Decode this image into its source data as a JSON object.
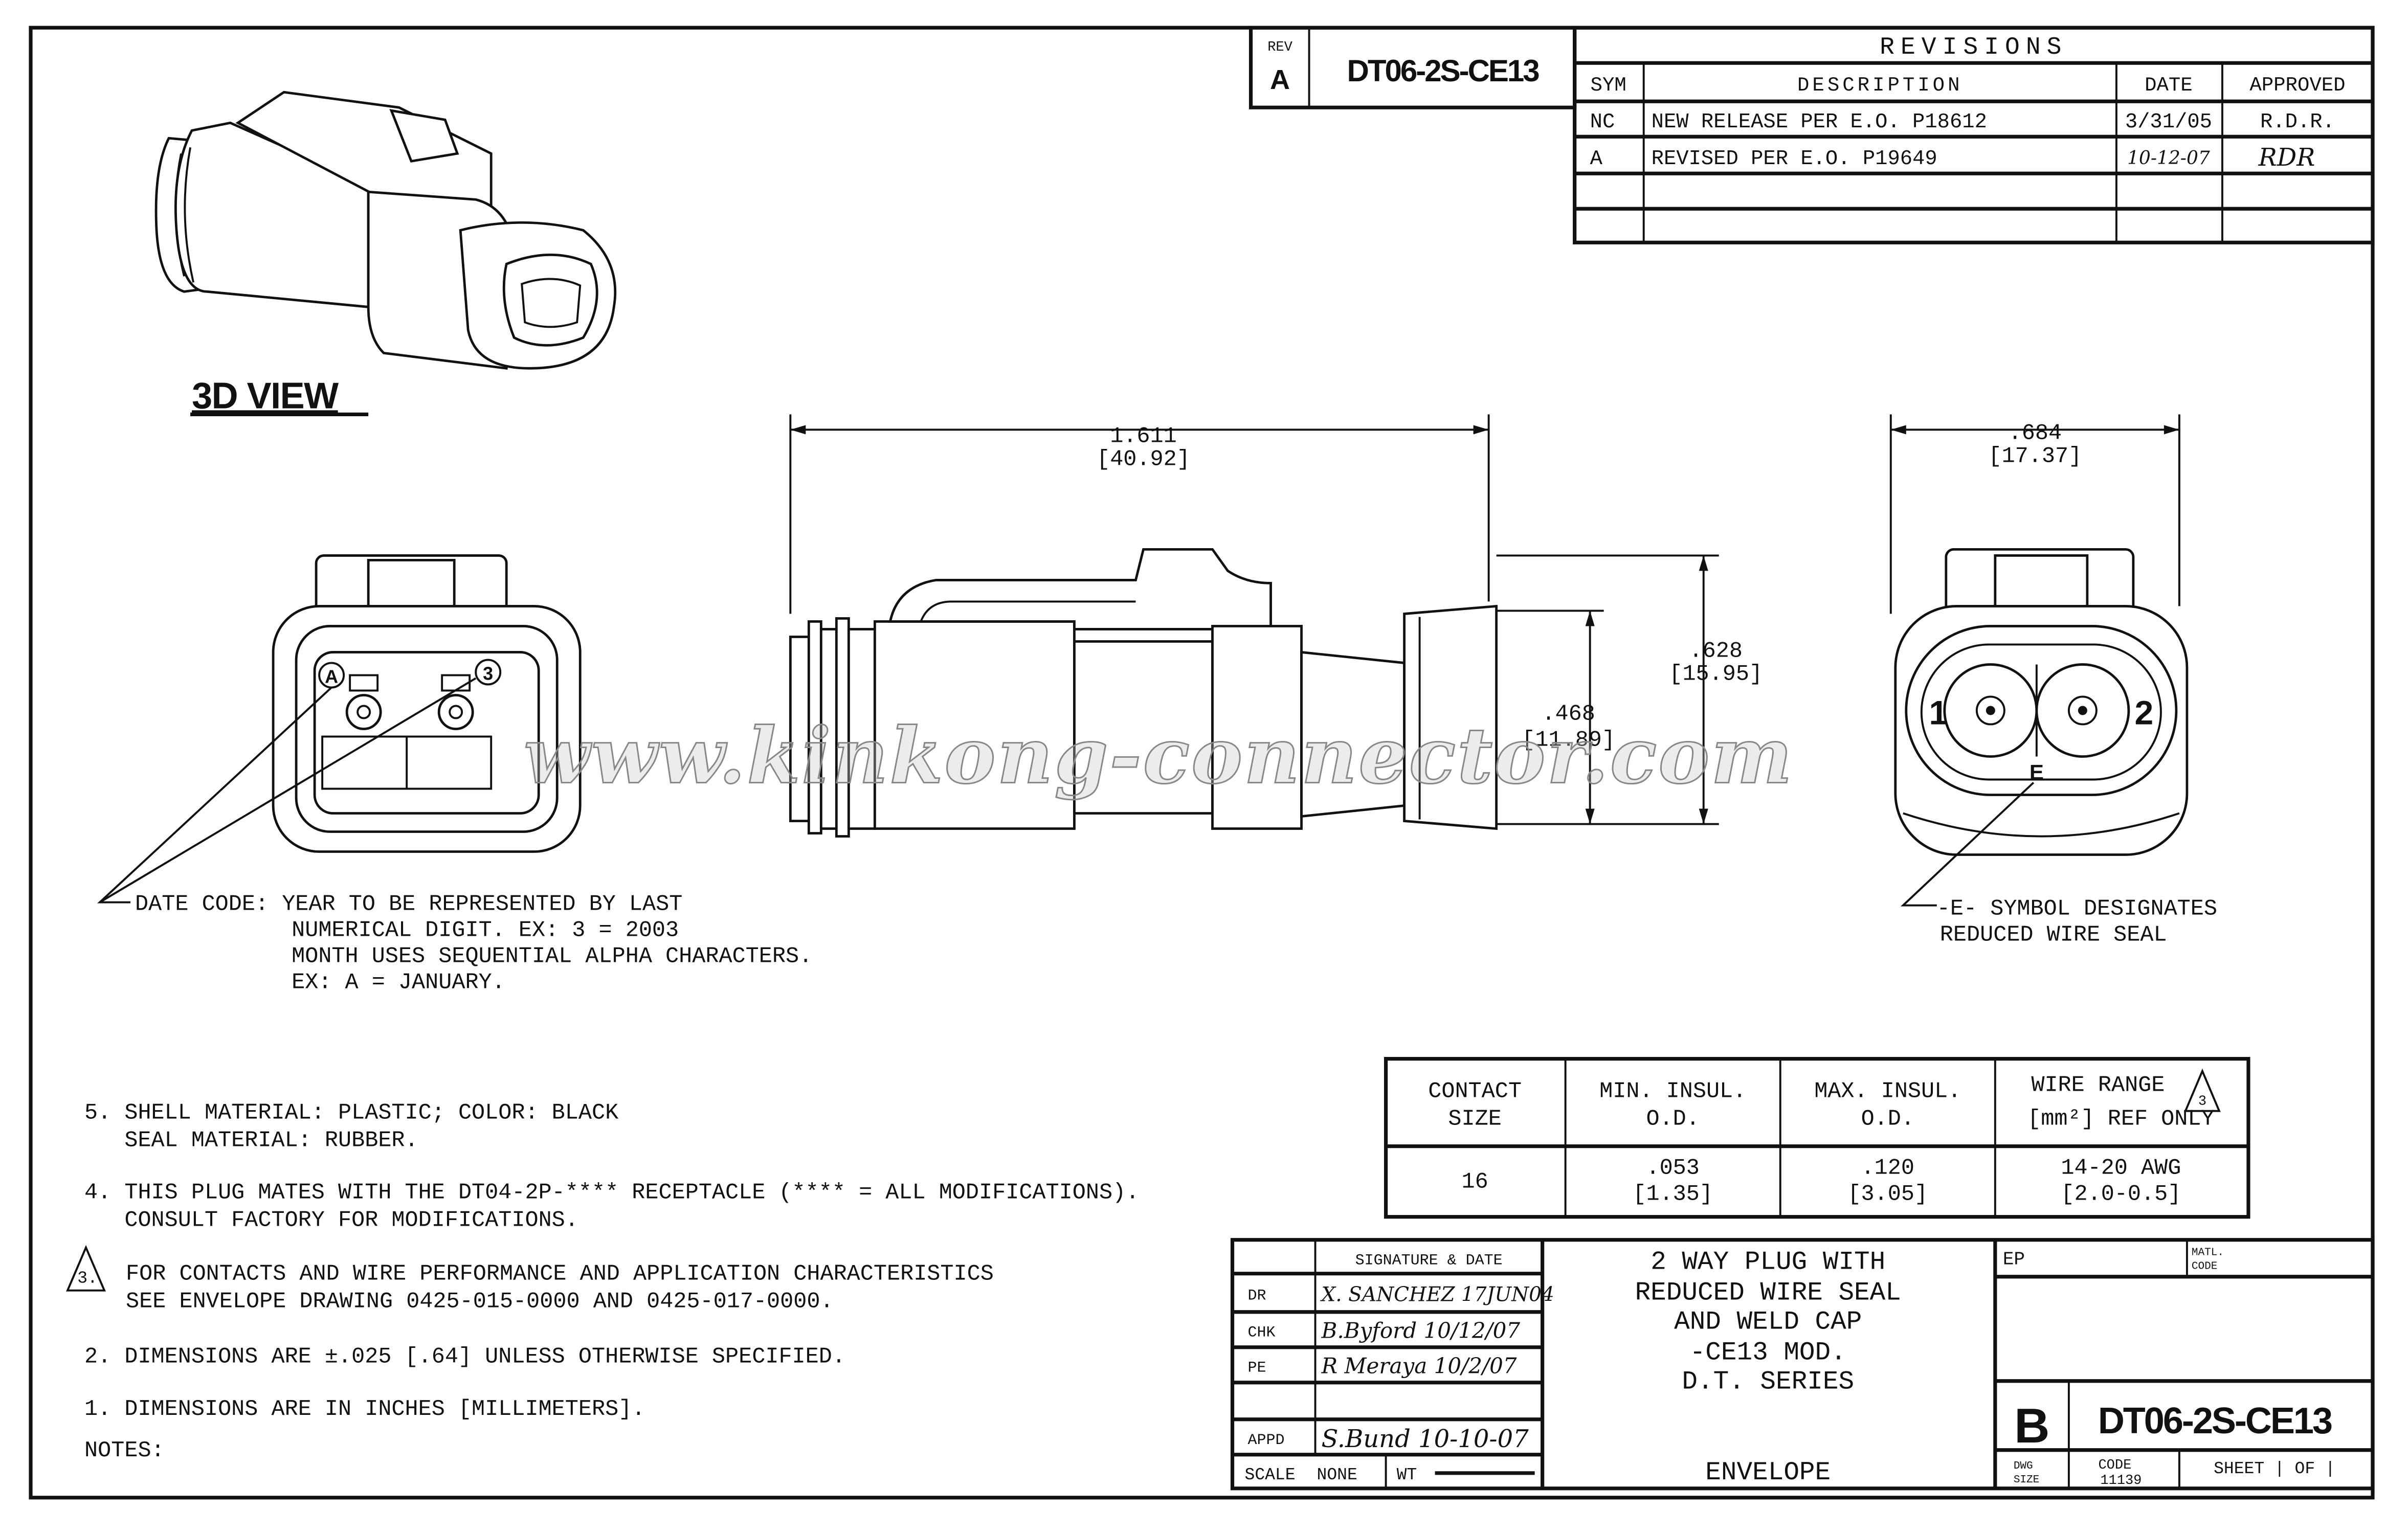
{
  "rev_block": {
    "rev_label": "REV",
    "rev": "A",
    "part_number": "DT06-2S-CE13"
  },
  "revisions": {
    "title": "REVISIONS",
    "headers": [
      "SYM",
      "DESCRIPTION",
      "DATE",
      "APPROVED"
    ],
    "rows": [
      [
        "NC",
        "NEW RELEASE PER E.O. P18612",
        "3/31/05",
        "R.D.R."
      ],
      [
        "A",
        "REVISED PER E.O. P19649",
        "10-12-07",
        "RDR"
      ]
    ]
  },
  "view_label": "3D VIEW",
  "dimensions": {
    "length_in": "1.611",
    "length_mm": "[40.92]",
    "height_in": ".628",
    "height_mm": "[15.95]",
    "seal_in": ".468",
    "seal_mm": "[11.89]",
    "width_in": ".684",
    "width_mm": "[17.37]"
  },
  "markings": {
    "cavity_a": "A",
    "date_digit": "3",
    "pin_1": "1",
    "pin_2": "2",
    "e_symbol": "E"
  },
  "date_code_note": [
    "DATE CODE: YEAR TO BE REPRESENTED BY LAST",
    "NUMERICAL DIGIT. EX: 3 = 2003",
    "MONTH USES SEQUENTIAL ALPHA CHARACTERS.",
    "EX: A = JANUARY."
  ],
  "e_symbol_note": [
    "-E- SYMBOL DESIGNATES",
    "REDUCED WIRE SEAL"
  ],
  "watermark": "www.kinkong-connector.com",
  "contact_table": {
    "headers": [
      [
        "CONTACT",
        "SIZE"
      ],
      [
        "MIN. INSUL.",
        "O.D."
      ],
      [
        "MAX. INSUL.",
        "O.D."
      ],
      [
        "WIRE RANGE",
        "[mm²] REF ONLY"
      ]
    ],
    "flag": "3",
    "row": [
      [
        "16",
        ""
      ],
      [
        ".053",
        "[1.35]"
      ],
      [
        ".120",
        "[3.05]"
      ],
      [
        "14-20 AWG",
        "[2.0-0.5]"
      ]
    ]
  },
  "notes": {
    "n5": [
      "5. SHELL MATERIAL: PLASTIC; COLOR: BLACK",
      "   SEAL MATERIAL: RUBBER."
    ],
    "n4": [
      "4. THIS PLUG MATES WITH THE DT04-2P-**** RECEPTACLE (**** = ALL MODIFICATIONS).",
      "   CONSULT FACTORY FOR MODIFICATIONS."
    ],
    "n3_flag": "3.",
    "n3": [
      "FOR CONTACTS AND WIRE PERFORMANCE AND APPLICATION CHARACTERISTICS",
      "SEE ENVELOPE DRAWING 0425-015-0000 AND 0425-017-0000."
    ],
    "n2": "2. DIMENSIONS ARE ±.025 [.64] UNLESS OTHERWISE SPECIFIED.",
    "n1": "1. DIMENSIONS ARE IN INCHES [MILLIMETERS].",
    "heading": "NOTES:"
  },
  "title_block": {
    "sig_header": "SIGNATURE & DATE",
    "rows": [
      {
        "role": "DR",
        "signature": "X. SANCHEZ 17JUN04"
      },
      {
        "role": "CHK",
        "signature": "B.Byford 10/12/07"
      },
      {
        "role": "PE",
        "signature": "R Meraya 10/2/07"
      },
      {
        "role": "",
        "signature": ""
      },
      {
        "role": "APPD",
        "signature": "S.Bund 10-10-07"
      }
    ],
    "scale_label": "SCALE",
    "scale": "NONE",
    "wt_label": "WT",
    "title": [
      "2 WAY PLUG WITH",
      "REDUCED WIRE SEAL",
      "AND WELD CAP",
      "-CE13 MOD.",
      "D.T. SERIES"
    ],
    "subtitle": "ENVELOPE",
    "ep_label": "EP",
    "matl_label": [
      "MATL.",
      "CODE"
    ],
    "dwg_size": "B",
    "dwg_size_label": [
      "DWG",
      "SIZE"
    ],
    "drawing_number": "DT06-2S-CE13",
    "code_label": "CODE",
    "code": "11139",
    "sheet": "SHEET | OF |"
  }
}
